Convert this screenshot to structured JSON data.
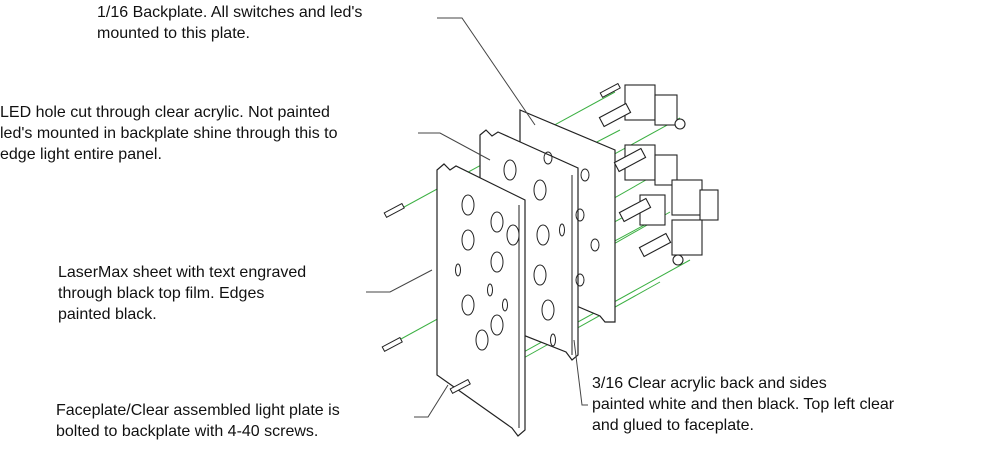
{
  "notes": {
    "backplate": [
      "1/16 Backplate.  All switches and led's",
      "mounted to this plate."
    ],
    "led_hole": [
      "LED hole cut through clear acrylic.  Not painted",
      "led's mounted in backplate shine through this to",
      "edge light entire panel."
    ],
    "lasermax": [
      "LaserMax sheet with text engraved",
      "through black top film.  Edges",
      "painted black."
    ],
    "faceplate": [
      "Faceplate/Clear assembled light plate is",
      "bolted to backplate with 4-40 screws."
    ],
    "clear_acrylic": [
      "3/16 Clear acrylic back and sides",
      "painted white and then black.  Top left clear",
      "and glued to faceplate."
    ]
  },
  "colors": {
    "axis_lines": "#3cb043",
    "outline": "#222222",
    "leader": "#444444"
  }
}
